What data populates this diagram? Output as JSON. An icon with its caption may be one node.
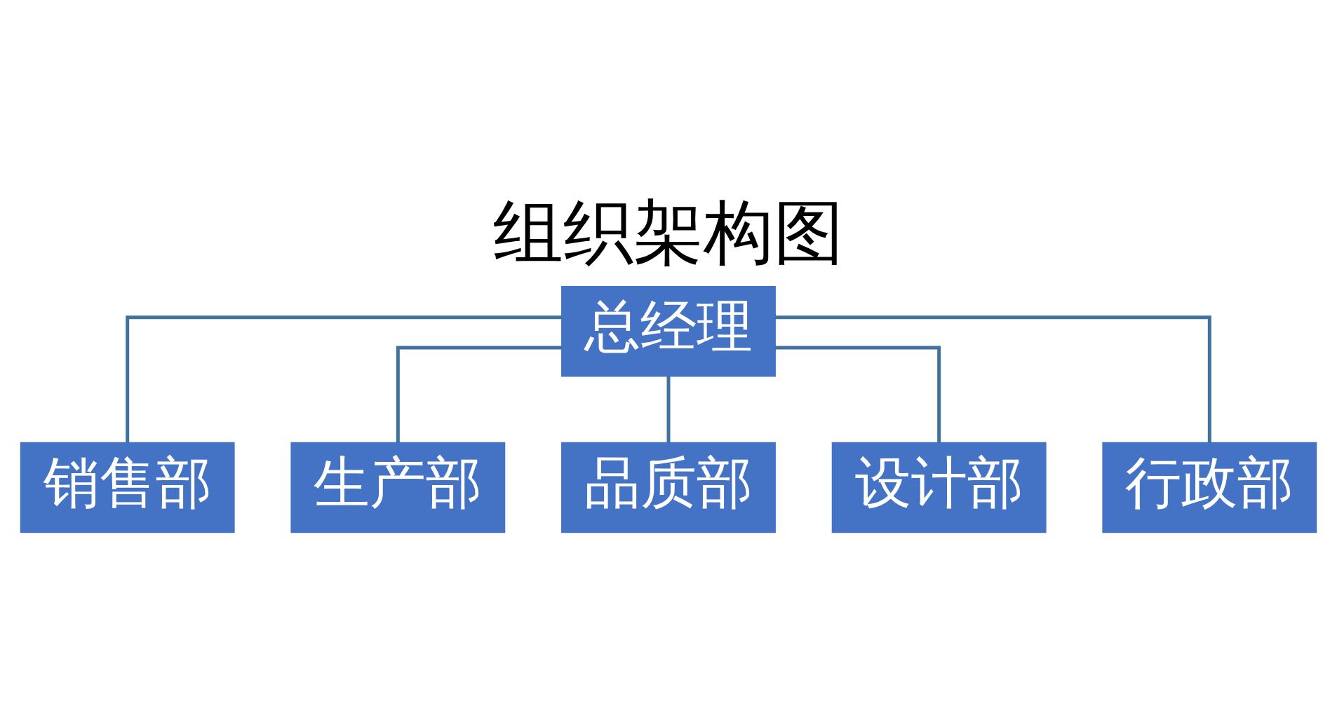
{
  "diagram": {
    "title": "组织架构图",
    "nodes": [
      {
        "text": [
          "总经理"
        ]
      },
      {
        "text": [
          "销售部"
        ]
      },
      {
        "text": [
          "生产部"
        ]
      },
      {
        "text": [
          "品质部"
        ]
      },
      {
        "text": [
          "设计部"
        ]
      },
      {
        "text": [
          "行政部"
        ]
      }
    ],
    "edges": [
      {
        "from": 0,
        "to": 1,
        "arrow": "none"
      },
      {
        "from": 0,
        "to": 2,
        "arrow": "none"
      },
      {
        "from": 0,
        "to": 3,
        "arrow": "none"
      },
      {
        "from": 0,
        "to": 4,
        "arrow": "none"
      },
      {
        "from": 0,
        "to": 5,
        "arrow": "none"
      }
    ]
  }
}
